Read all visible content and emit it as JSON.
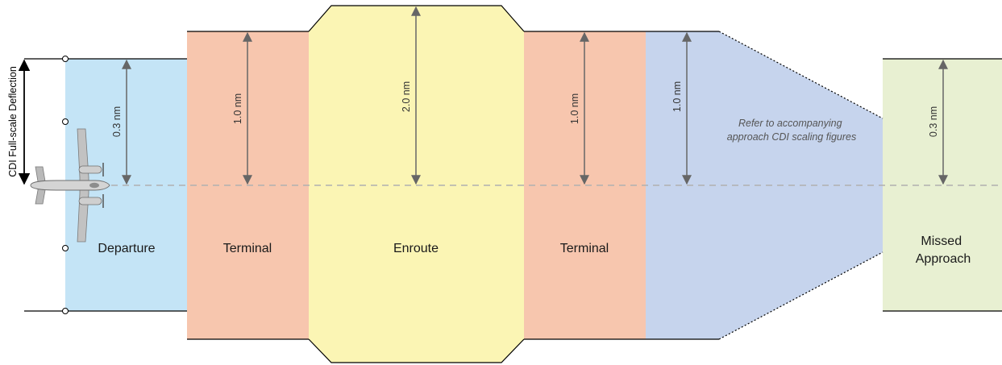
{
  "colors": {
    "departure": "#c4e4f6",
    "terminal": "#f7c6ae",
    "enroute": "#fbf5b4",
    "approach": "#c6d4ed",
    "missed_approach": "#e8f0d2",
    "arrow": "#666666",
    "centerline": "#b0b0b0"
  },
  "axis_label": "CDI Full-scale Deflection",
  "zones": [
    {
      "id": "departure",
      "label": "Departure",
      "distance": "0.3 nm"
    },
    {
      "id": "terminal-1",
      "label": "Terminal",
      "distance": "1.0 nm"
    },
    {
      "id": "enroute",
      "label": "Enroute",
      "distance": "2.0 nm"
    },
    {
      "id": "terminal-2",
      "label": "Terminal",
      "distance": "1.0 nm"
    },
    {
      "id": "approach",
      "label": "",
      "distance": "1.0 nm",
      "note": [
        "Refer to accompanying",
        "approach CDI scaling figures"
      ]
    },
    {
      "id": "missed-approach",
      "label": [
        "Missed",
        "Approach"
      ],
      "distance": "0.3 nm"
    }
  ],
  "icons": {
    "aircraft": "twin-engine-airplane-icon"
  }
}
